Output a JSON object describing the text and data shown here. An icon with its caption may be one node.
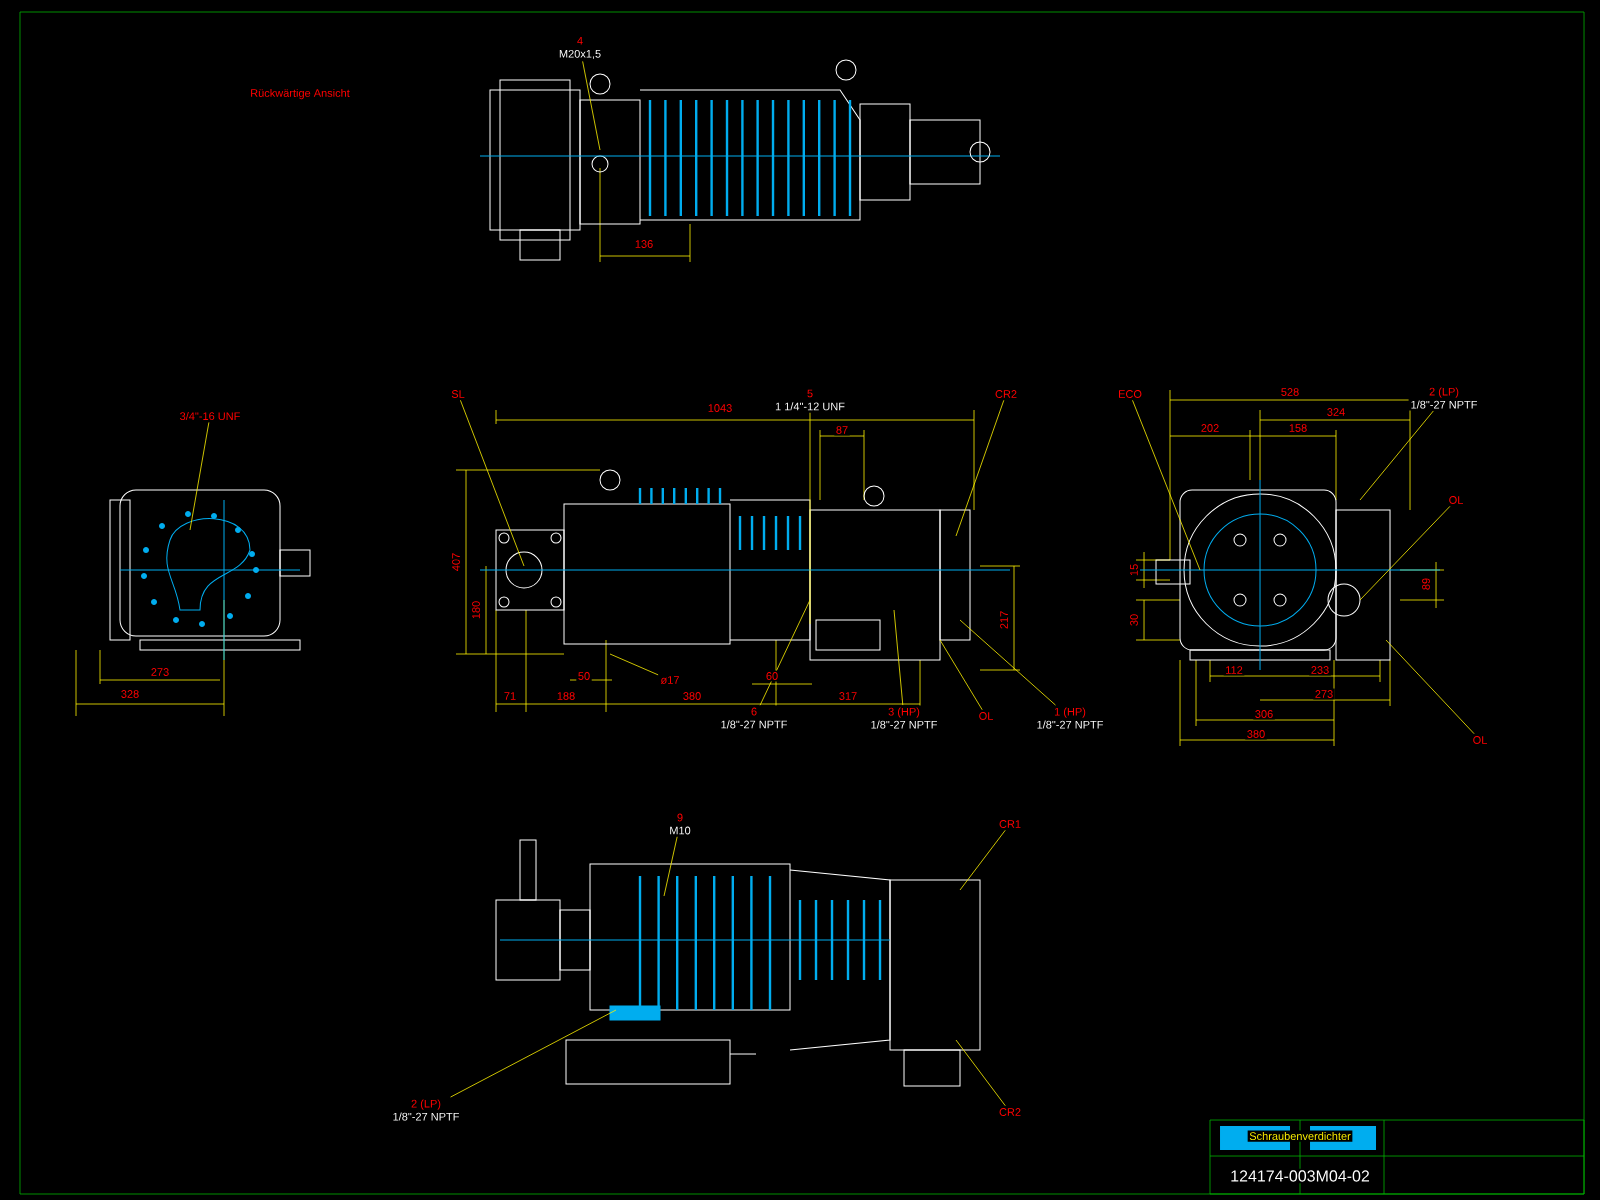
{
  "diagram": {
    "nodes": [
      {
        "text": [
          "4",
          "M20x1,5"
        ]
      },
      {
        "text": [
          "3/4\"-16 UNF"
        ]
      },
      {
        "text": [
          "SL"
        ]
      },
      {
        "text": [
          "5",
          "1 1/4\"-12 UNF"
        ]
      },
      {
        "text": [
          "CR2"
        ]
      },
      {
        "text": [
          "6",
          "1/8\"-27 NPTF"
        ]
      },
      {
        "text": [
          "3 (HP)",
          "1/8\"-27 NPTF"
        ]
      },
      {
        "text": [
          "OL"
        ]
      },
      {
        "text": [
          "1 (HP)",
          "1/8\"-27 NPTF"
        ]
      },
      {
        "text": [
          "ø17"
        ]
      },
      {
        "text": [
          "ECO"
        ]
      },
      {
        "text": [
          "2 (LP)",
          "1/8\"-27 NPTF"
        ]
      },
      {
        "text": [
          "OL"
        ]
      },
      {
        "text": [
          "OL"
        ]
      },
      {
        "text": [
          "9",
          "M10"
        ]
      },
      {
        "text": [
          "CR1"
        ]
      },
      {
        "text": [
          "CR2"
        ]
      },
      {
        "text": [
          "2 (LP)",
          "1/8\"-27 NPTF"
        ]
      },
      {
        "text": [],
        "shape": "picture"
      },
      {
        "text": [],
        "shape": "picture"
      },
      {
        "text": [],
        "shape": "picture"
      },
      {
        "text": [],
        "shape": "picture"
      },
      {
        "text": [],
        "shape": "picture"
      }
    ],
    "edges": [
      {
        "from": 0,
        "to": 18,
        "arrow": "none"
      },
      {
        "from": 1,
        "to": 19,
        "arrow": "none"
      },
      {
        "from": 2,
        "to": 20,
        "arrow": "none"
      },
      {
        "from": 3,
        "to": 20,
        "arrow": "none"
      },
      {
        "from": 4,
        "to": 20,
        "arrow": "none"
      },
      {
        "from": 5,
        "to": 20,
        "arrow": "none"
      },
      {
        "from": 6,
        "to": 20,
        "arrow": "none"
      },
      {
        "from": 7,
        "to": 20,
        "arrow": "none"
      },
      {
        "from": 8,
        "to": 20,
        "arrow": "none"
      },
      {
        "from": 9,
        "to": 20,
        "arrow": "none"
      },
      {
        "from": 10,
        "to": 21,
        "arrow": "none"
      },
      {
        "from": 11,
        "to": 21,
        "arrow": "none"
      },
      {
        "from": 12,
        "to": 21,
        "arrow": "none"
      },
      {
        "from": 13,
        "to": 21,
        "arrow": "none"
      },
      {
        "from": 14,
        "to": 22,
        "arrow": "none"
      },
      {
        "from": 15,
        "to": 22,
        "arrow": "none"
      },
      {
        "from": 16,
        "to": 22,
        "arrow": "none"
      },
      {
        "from": 17,
        "to": 22,
        "arrow": "none"
      }
    ],
    "labels": [
      "Rückwärtige Ansicht",
      "136",
      "273",
      "328",
      "1043",
      "87",
      "407",
      "180",
      "217",
      "50",
      "71",
      "188",
      "380",
      "317",
      "60",
      "528",
      "324",
      "202",
      "158",
      "15",
      "30",
      "89",
      "112",
      "233",
      "273",
      "306",
      "380",
      "Schraubenverdichter",
      "124174-003M04-02"
    ]
  }
}
